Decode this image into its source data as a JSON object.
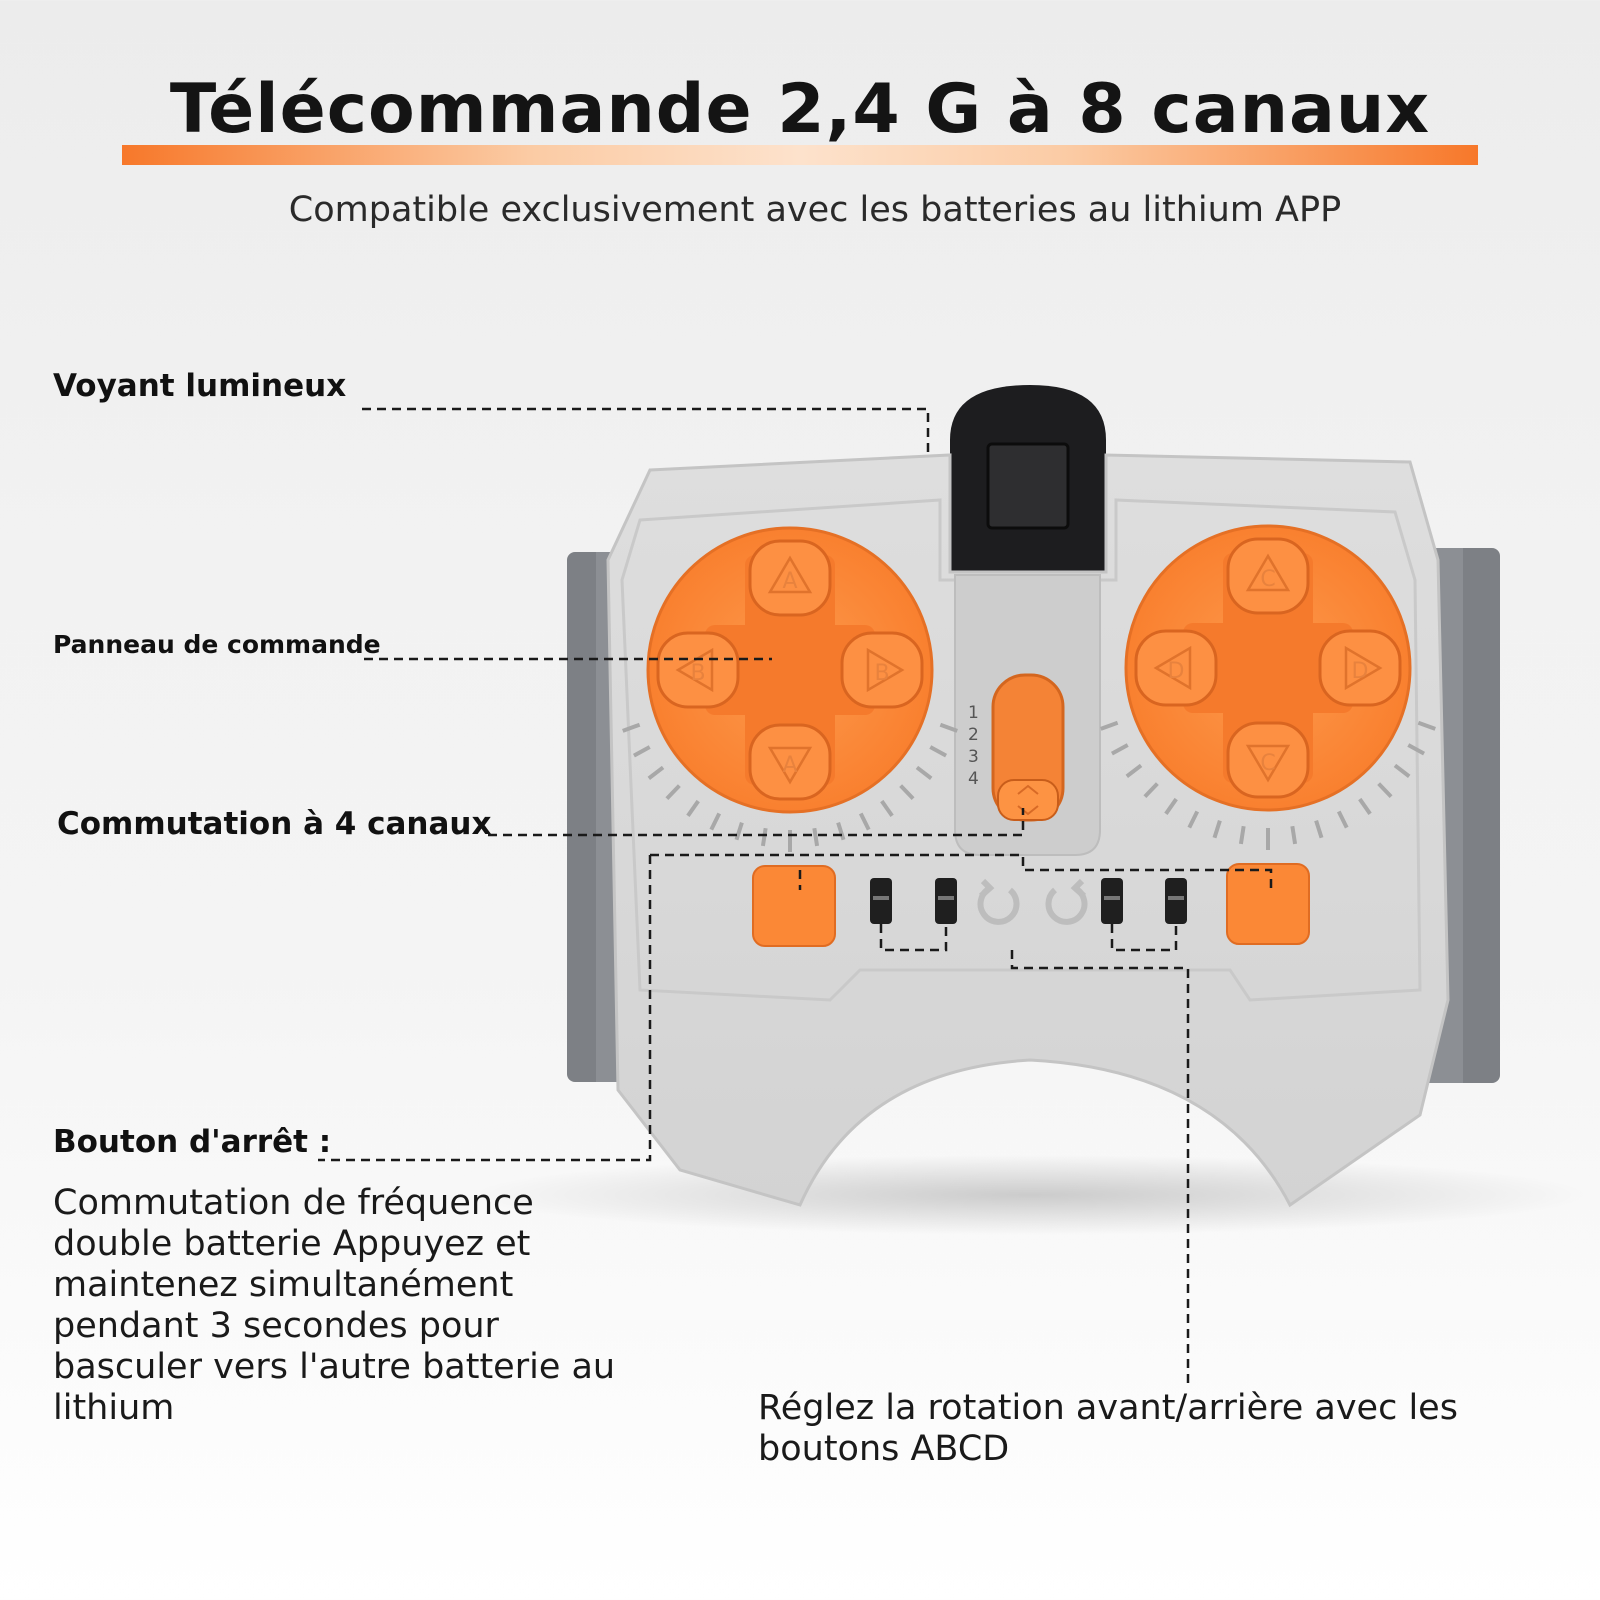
{
  "title": "Télécommande 2,4 G à 8 canaux",
  "subtitle": "Compatible exclusivement avec les batteries au lithium APP",
  "callouts": {
    "indicator": "Voyant lumineux",
    "control_panel": "Panneau de commande",
    "channel_switch": "Commutation à 4 canaux",
    "stop_button": "Bouton d'arrêt :",
    "stop_description": "Commutation de fréquence double batterie Appuyez et maintenez simultanément pendant 3 secondes pour basculer vers l'autre batterie au lithium",
    "rotation_description": "Réglez la rotation avant/arrière avec les boutons ABCD"
  },
  "remote": {
    "left_pad_letters": [
      "A",
      "B",
      "B",
      "A"
    ],
    "right_pad_letters": [
      "C",
      "D",
      "D",
      "C"
    ],
    "channel_numbers": [
      "1",
      "2",
      "3",
      "4"
    ]
  },
  "colors": {
    "accent_orange": "#f7782a",
    "body_grey": "#d9d9d9",
    "side_grey": "#7d8085",
    "button_orange": "#fb8836"
  }
}
